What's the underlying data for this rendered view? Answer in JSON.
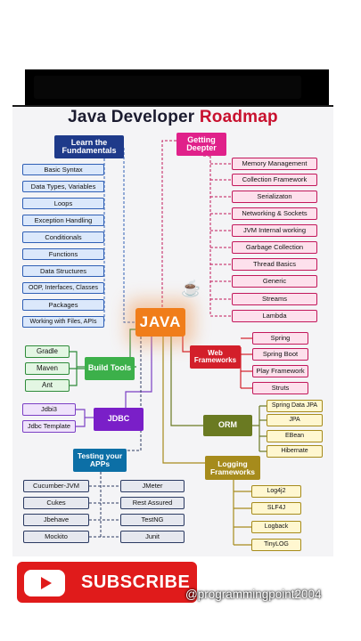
{
  "title": {
    "part1": "Java Developer ",
    "part2": "Roadmap"
  },
  "center": "JAVA",
  "fundamentals": {
    "heading": "Learn the Fundamentals",
    "items": [
      "Basic Syntax",
      "Data Types, Variables",
      "Loops",
      "Exception Handling",
      "Conditionals",
      "Functions",
      "Data Structures",
      "OOP, Interfaces, Classes",
      "Packages",
      "Working with Files, APIs"
    ]
  },
  "deeper": {
    "heading": "Getting Deepter",
    "items": [
      "Memory Management",
      "Collection Framework",
      "Serializaton",
      "Networking & Sockets",
      "JVM Internal working",
      "Garbage Collection",
      "Thread Basics",
      "Generic",
      "Streams",
      "Lambda"
    ]
  },
  "web": {
    "heading": "Web Frameworks",
    "items": [
      "Spring",
      "Spring Boot",
      "Play Framework",
      "Struts"
    ]
  },
  "build": {
    "heading": "Build Tools",
    "items": [
      "Gradle",
      "Maven",
      "Ant"
    ]
  },
  "jdbc": {
    "heading": "JDBC",
    "items": [
      "Jdbi3",
      "Jdbc Template"
    ]
  },
  "orm": {
    "heading": "ORM",
    "items": [
      "Spring Data JPA",
      "JPA",
      "EBean",
      "Hibernate"
    ]
  },
  "testing": {
    "heading": "Testing your APPs",
    "left": [
      "Cucumber-JVM",
      "Cukes",
      "Jbehave",
      "Mockito"
    ],
    "right": [
      "JMeter",
      "Rest Assured",
      "TestNG",
      "Junit"
    ]
  },
  "logging": {
    "heading": "Logging Frameworks",
    "items": [
      "Log4j2",
      "SLF4J",
      "Logback",
      "TinyLOG"
    ]
  },
  "subscribe": {
    "label": "SUBSCRIBE"
  },
  "handle": "@programmingpoint2004",
  "colors": {
    "accent": "#c8102e",
    "java": "#f07d1a",
    "subscribe": "#e01b1b"
  }
}
